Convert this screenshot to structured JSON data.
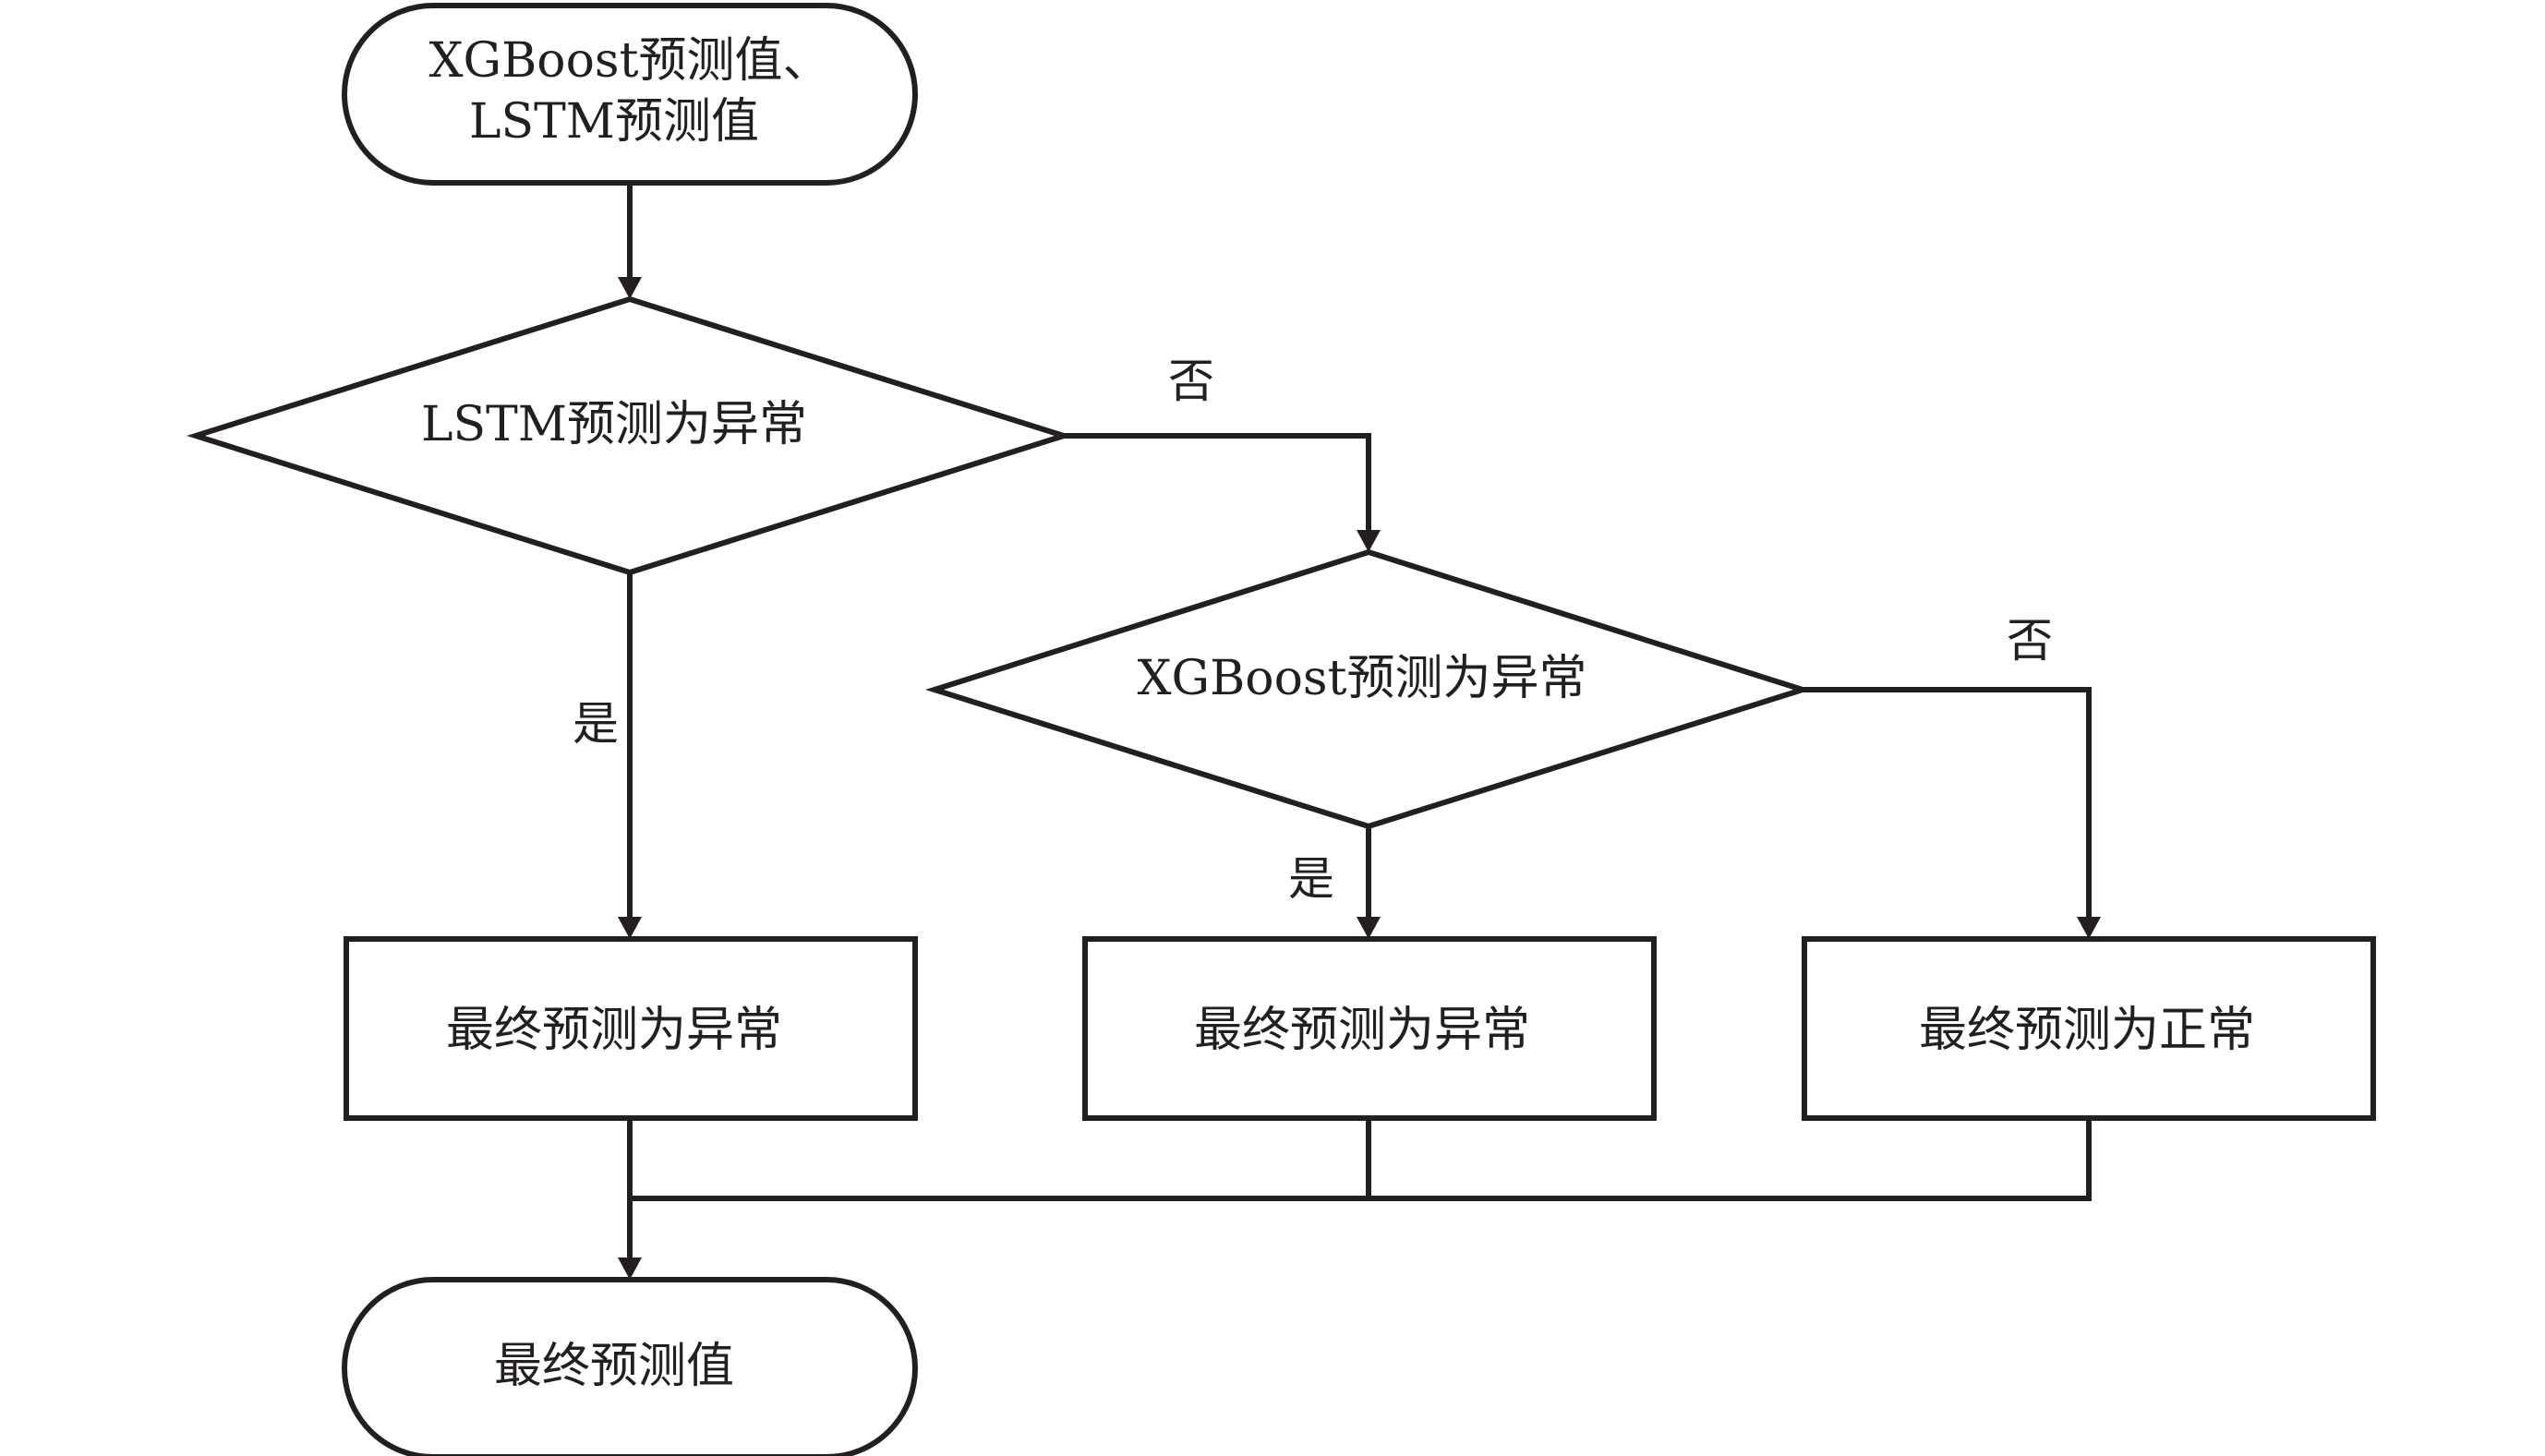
{
  "nodes": {
    "start": {
      "type": "terminal",
      "lines": [
        "XGBoost预测值、",
        "LSTM预测值"
      ]
    },
    "decision_lstm": {
      "type": "decision",
      "label": "LSTM预测为异常"
    },
    "decision_xgboost": {
      "type": "decision",
      "label": "XGBoost预测为异常"
    },
    "result_1": {
      "type": "process",
      "label": "最终预测为异常"
    },
    "result_2": {
      "type": "process",
      "label": "最终预测为异常"
    },
    "result_3": {
      "type": "process",
      "label": "最终预测为正常"
    },
    "end": {
      "type": "terminal",
      "label": "最终预测值"
    }
  },
  "edges": {
    "lstm_yes": "是",
    "lstm_no": "否",
    "xgboost_yes": "是",
    "xgboost_no": "否"
  },
  "colors": {
    "stroke": "#231f20",
    "fill": "#ffffff"
  }
}
